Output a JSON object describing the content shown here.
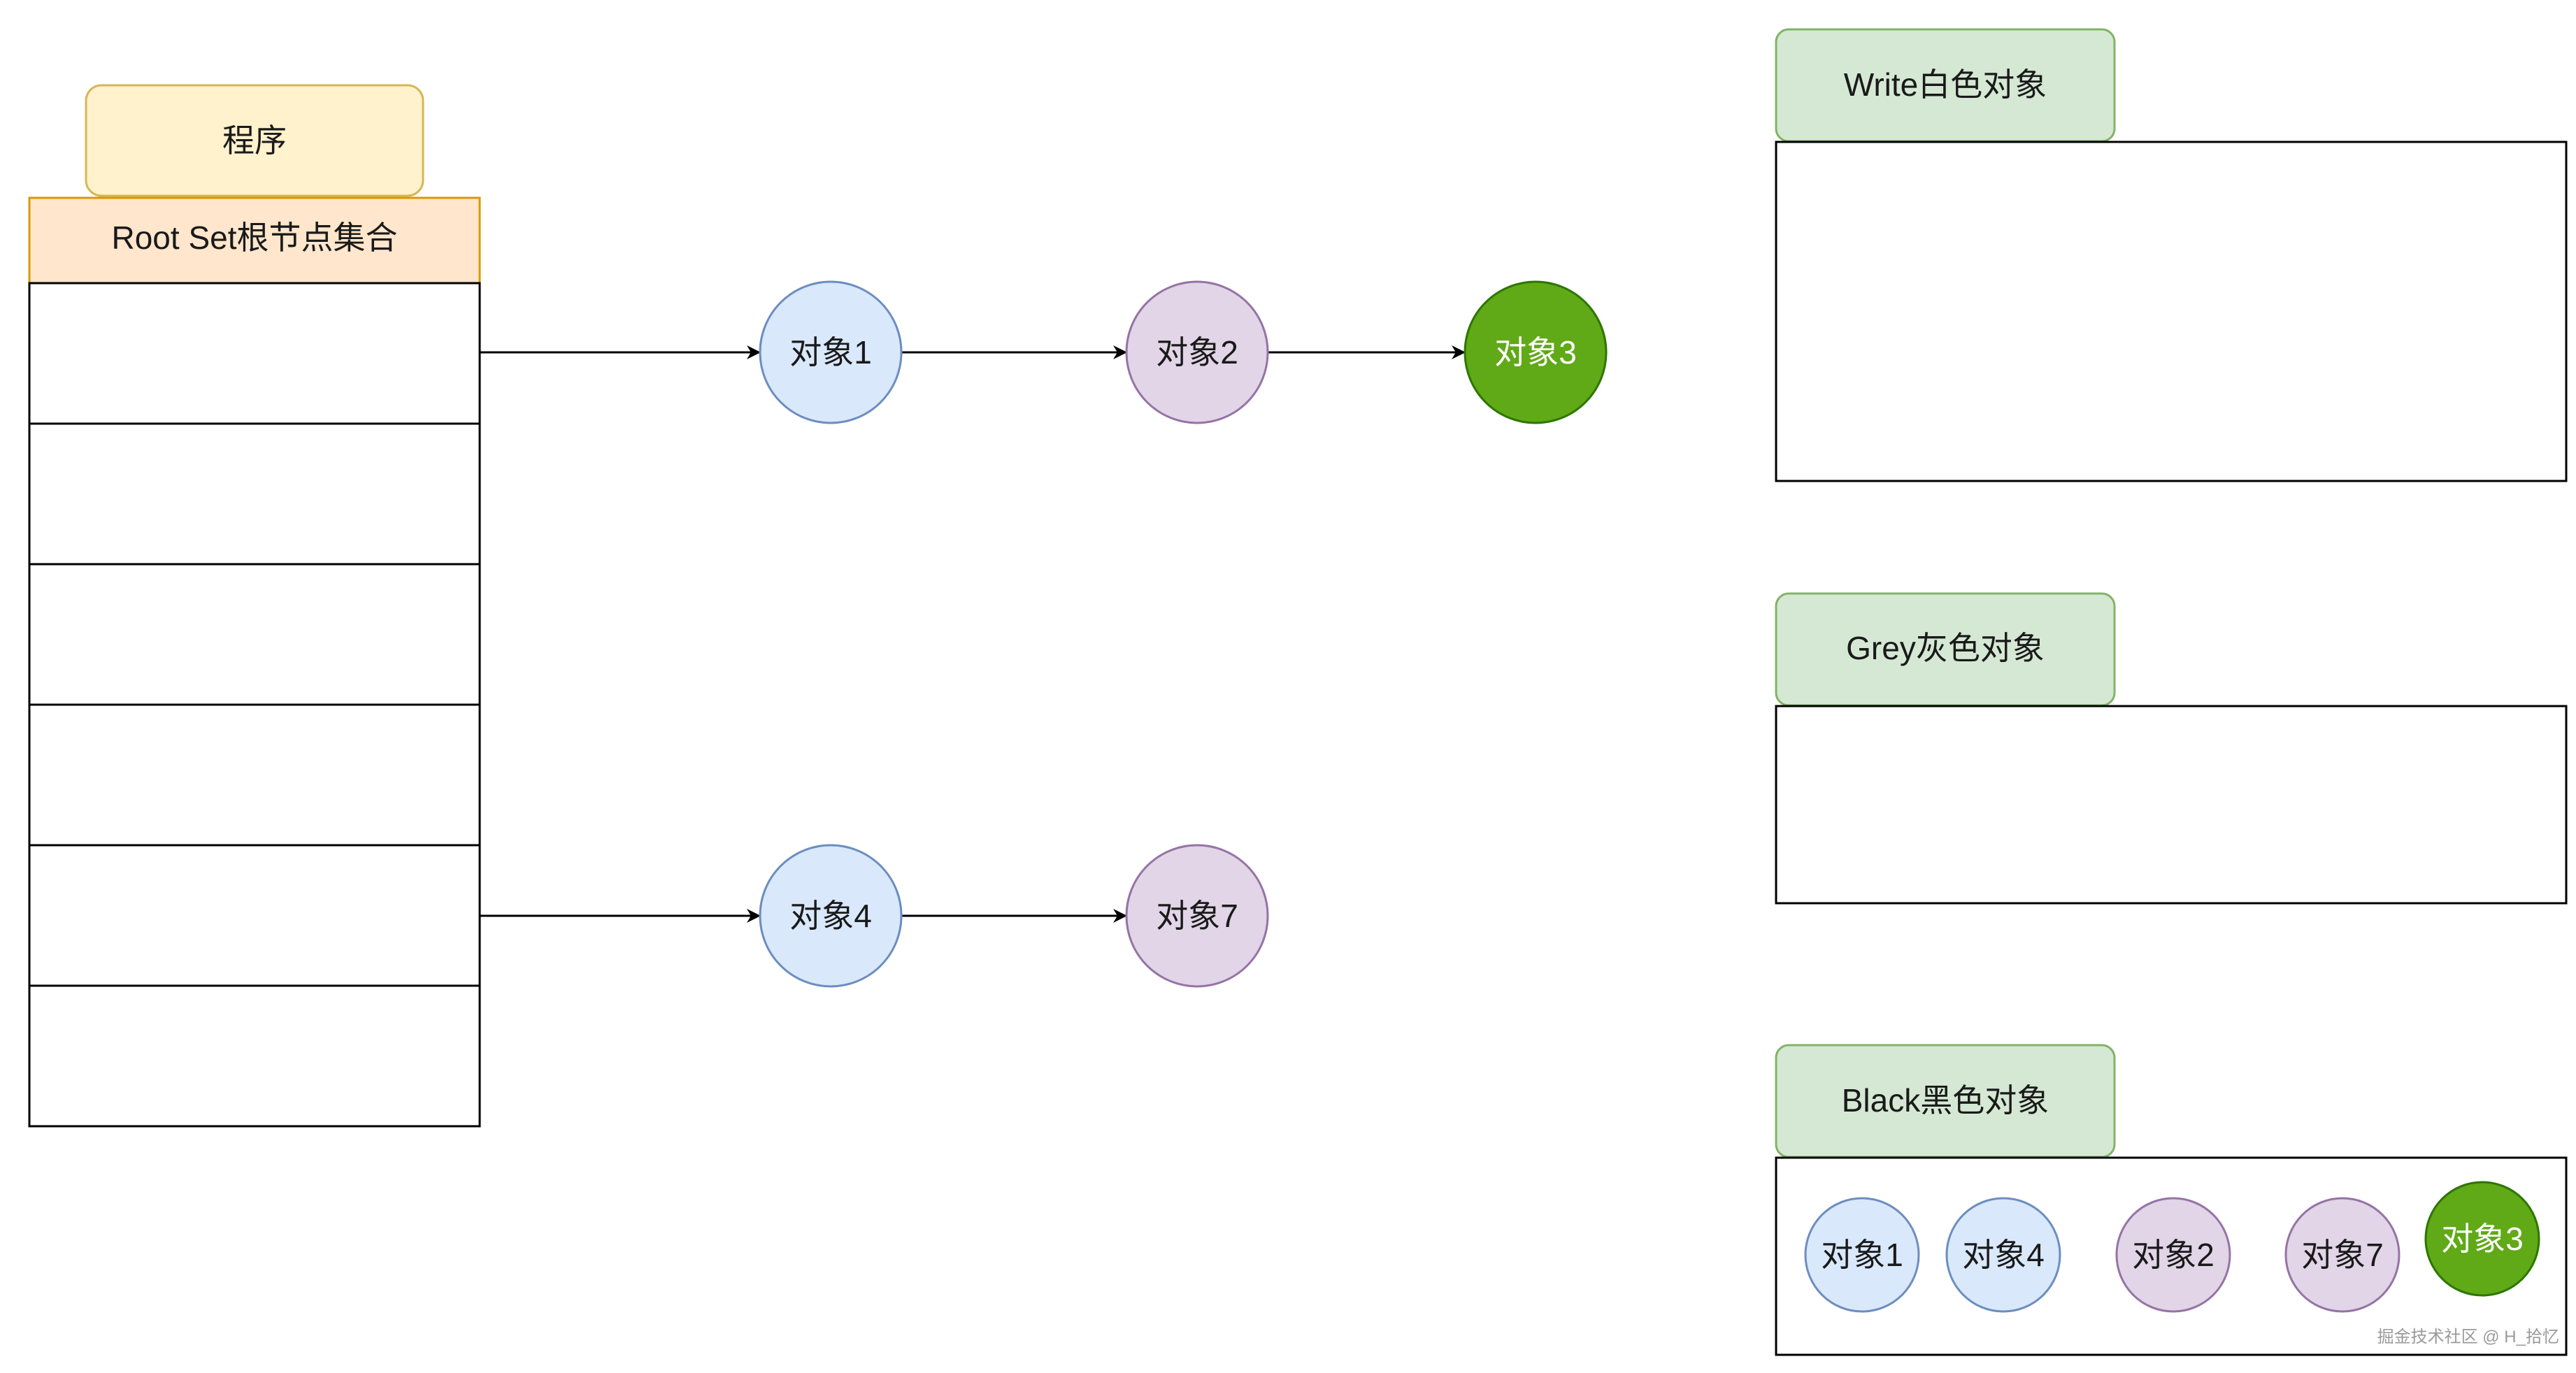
{
  "program": {
    "label": "程序"
  },
  "root_set": {
    "title": "Root Set根节点集合",
    "slot_count": 6
  },
  "nodes": {
    "obj1": "对象1",
    "obj2": "对象2",
    "obj3": "对象3",
    "obj4": "对象4",
    "obj7": "对象7"
  },
  "panels": {
    "white": {
      "label": "Write白色对象"
    },
    "grey": {
      "label": "Grey灰色对象"
    },
    "black": {
      "label": "Black黑色对象"
    }
  },
  "black_contents": [
    "对象1",
    "对象4",
    "对象2",
    "对象7",
    "对象3"
  ],
  "colors": {
    "blue_fill": "#dae8fc",
    "blue_stroke": "#6c8ebf",
    "purple_fill": "#e1d5e7",
    "purple_stroke": "#9673a6",
    "green_fill": "#60a917",
    "green_stroke": "#2d7600",
    "yellow_fill": "#fff2cc",
    "yellow_stroke": "#d6b656",
    "orange_fill": "#ffe6cc",
    "orange_stroke": "#d79b00",
    "tab_fill": "#d5e8d4",
    "tab_stroke": "#82b366"
  },
  "watermark": "掘金技术社区 @ H_拾忆"
}
